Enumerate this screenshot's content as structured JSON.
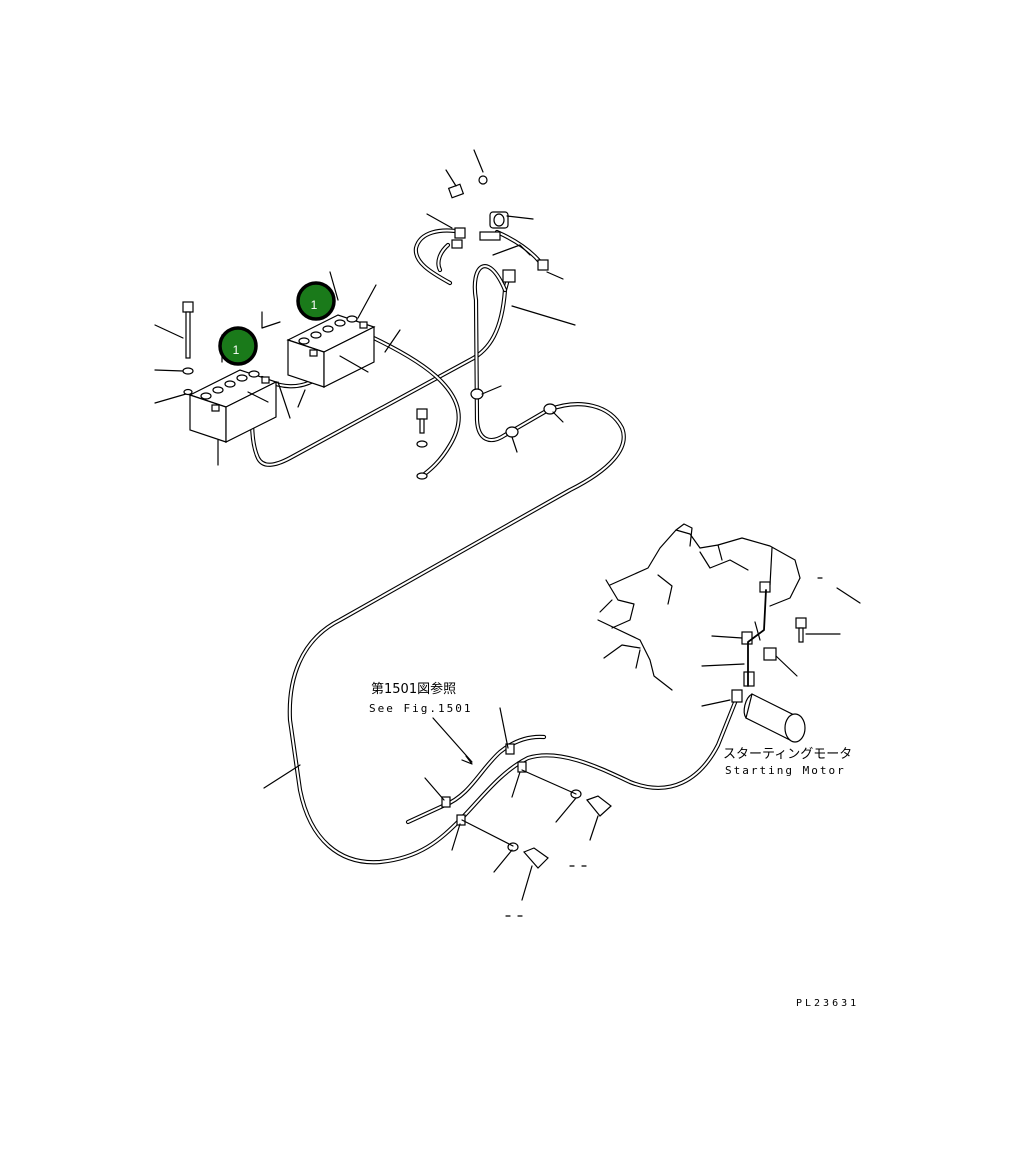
{
  "callouts": [
    {
      "label": "1",
      "color": "#1a7a1a"
    },
    {
      "label": "1",
      "color": "#1a7a1a"
    }
  ],
  "notes": {
    "see_fig_jp": "第1501図参照",
    "see_fig_en": "See Fig.1501",
    "starting_motor_jp": "スターティングモータ",
    "starting_motor_en": "Starting Motor"
  },
  "drawing_code": "PL23631"
}
